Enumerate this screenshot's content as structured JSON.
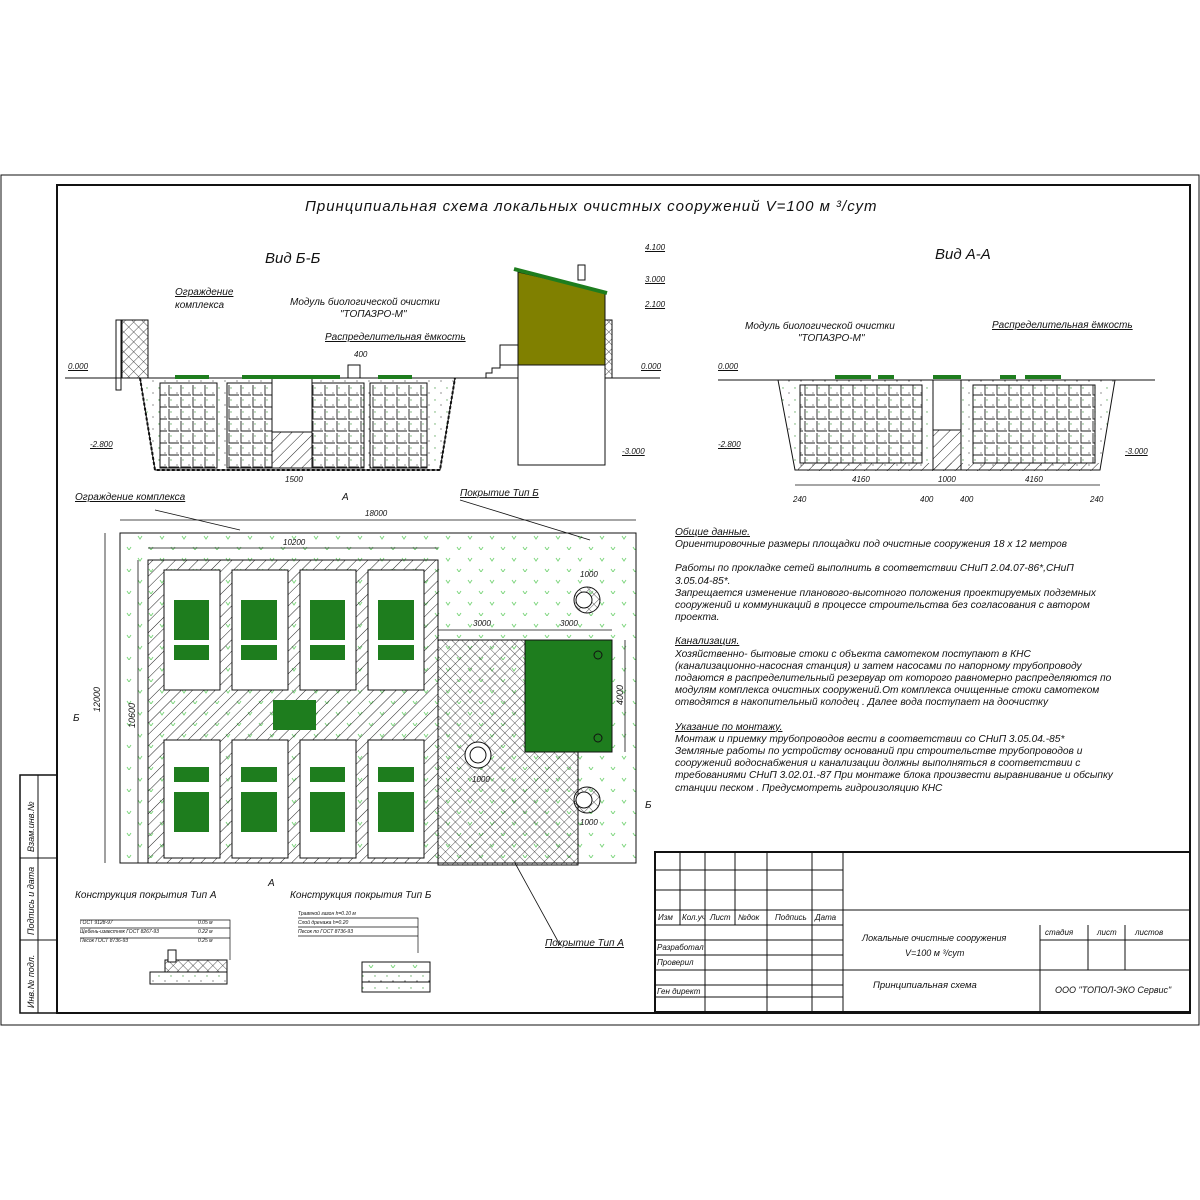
{
  "title": "Принципиальная схема   локальных   очистных   сооружений  V=100 м ³/сут",
  "view_bb": {
    "title": "Вид Б-Б",
    "fence_label": [
      "Ограждение",
      "комплекса"
    ],
    "module_label": [
      "Модуль  биологической очистки",
      "\"ТОПАЗРО-М\""
    ],
    "tank_label": "Распределительная ёмкость",
    "dims": {
      "d400": "400",
      "d1500": "1500"
    },
    "levels": {
      "l0_left": "0.000",
      "l2800": "-2.800",
      "l4100": "4.100",
      "l3000": "3.000",
      "l2100": "2.100",
      "l0_right": "0.000",
      "lm3000": "-3.000"
    }
  },
  "view_aa": {
    "title": "Вид А-А",
    "module_label": [
      "Модуль  биологической очистки",
      "\"ТОПАЗРО-М\""
    ],
    "tank_label": "Распределительная ёмкость",
    "levels": {
      "l0": "0.000",
      "l2800": "-2.800",
      "lm3000": "-3.000"
    },
    "dims": [
      "240",
      "4160",
      "400",
      "1000",
      "400",
      "4160",
      "240"
    ]
  },
  "plan": {
    "fence_label": "Ограждение комплекса",
    "cover_b_label": "Покрытие Тип Б",
    "cover_a_label": "Покрытие Тип А",
    "section_a": "А",
    "section_b": "Б",
    "dims": {
      "d18000": "18000",
      "d10200": "10200",
      "d12000": "12000",
      "d10600": "10600",
      "d3000a": "3000",
      "d3000b": "3000",
      "d4000": "4000",
      "w1": "1000",
      "w2": "1000",
      "w3": "1000"
    }
  },
  "construction": {
    "type_a_title": "Конструкция покрытия Тип А",
    "type_b_title": "Конструкция покрытия Тип Б",
    "type_a_layers": [
      "ГОСТ 9128-97",
      "Щебень-известняк ГОСТ 8267-93",
      "Песок ГОСТ 8736-93"
    ],
    "type_a_values": [
      "0.05 м",
      "0.22 м",
      "0.25 м"
    ],
    "type_b_layers": [
      "Травяной газон h=0.10 м",
      "Слой дренажа h=0.20",
      "Песок по ГОСТ 8736-93"
    ]
  },
  "notes": [
    {
      "heading": "Общие данные.",
      "paras": [
        [
          "Ориентировочные  размеры  площадки  под очистные  сооружения   18 х 12 метров"
        ],
        [
          "Работы  по  прокладке  сетей  выполнить  в  соответствии  СНиП  2.04.07-86*,СНиП",
          "3.05.04-85*.",
          "Запрещается  изменение  планового-высотного  положения проектируемых  подземных",
          "сооружений и  коммуникаций  в  процессе  строительства  без  согласования   с  автором",
          "проекта."
        ]
      ]
    },
    {
      "heading": "Канализация.",
      "paras": [
        [
          "Хозяйственно- бытовые  стоки  с  объекта  самотеком  поступают  в  КНС",
          "(канализационно-насосная станция) и  затем  насосами  по  напорному  трубопроводу",
          "подаются  в распределительный  резервуар от  которого  равномерно  распределяются  по",
          "модулям комплекса  очистных сооружений.От комплекса очищенные  стоки самотеком",
          "отводятся  в  накопительный  колодец . Далее вода поступает на доочистку"
        ]
      ]
    },
    {
      "heading": "Указание  по  монтажу.",
      "paras": [
        [
          "Монтаж  и  приемку  трубопроводов  вести  в  соответствии  со  СНиП  3.05.04.-85*",
          "Земляные  работы  по  устройству  оснований  при  строительстве  трубопроводов  и",
          "сооружений  водоснабжения  и  канализации  должны  выполняться  в  соответствии  с",
          "требованиями  СНиП 3.02.01.-87 При  монтаже  блока произвести  выравнивание  и  обсыпку",
          "станции  песком . Предусмотреть  гидроизоляцию  КНС"
        ]
      ]
    }
  ],
  "title_block": {
    "cols": [
      "Изм",
      "Кол.уч",
      "Лист",
      "№док",
      "Подпись",
      "Дата"
    ],
    "roles": [
      "Разработал",
      "Проверил",
      "Ген директ"
    ],
    "project": [
      "Локальные очистные сооружения",
      "V=100 м ³/сут"
    ],
    "sheet_title": "Принципиальная  схема",
    "stage_cols": [
      "стадия",
      "лист",
      "листов"
    ],
    "company": "ООО \"ТОПОЛ-ЭКО Сервис\""
  },
  "side_stamps": [
    "Инв.№ подл.",
    "Подпись и дата",
    "Взам.инв.№"
  ],
  "colors": {
    "green": "#1e7d1e",
    "olive": "#808000",
    "grass": "#7fd67f",
    "line": "#111111"
  }
}
